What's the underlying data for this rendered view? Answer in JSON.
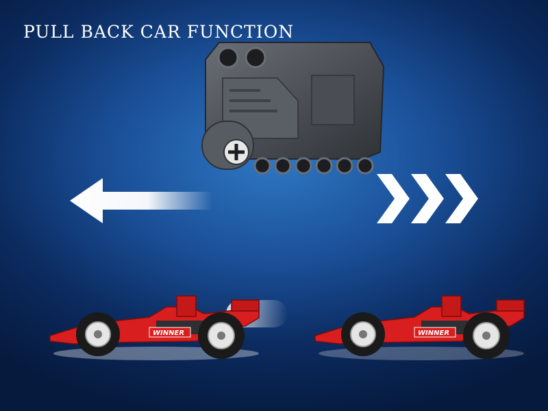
{
  "title": "PULL BACK CAR FUNCTION",
  "car_badge": "WINNER",
  "direction": {
    "arrow": "left-arrow-icon",
    "chevrons": 3
  },
  "colors": {
    "background": "#1a4f97",
    "car_body": "#d81e1e",
    "motor": "#4d5158",
    "arrow": "#ffffff"
  }
}
